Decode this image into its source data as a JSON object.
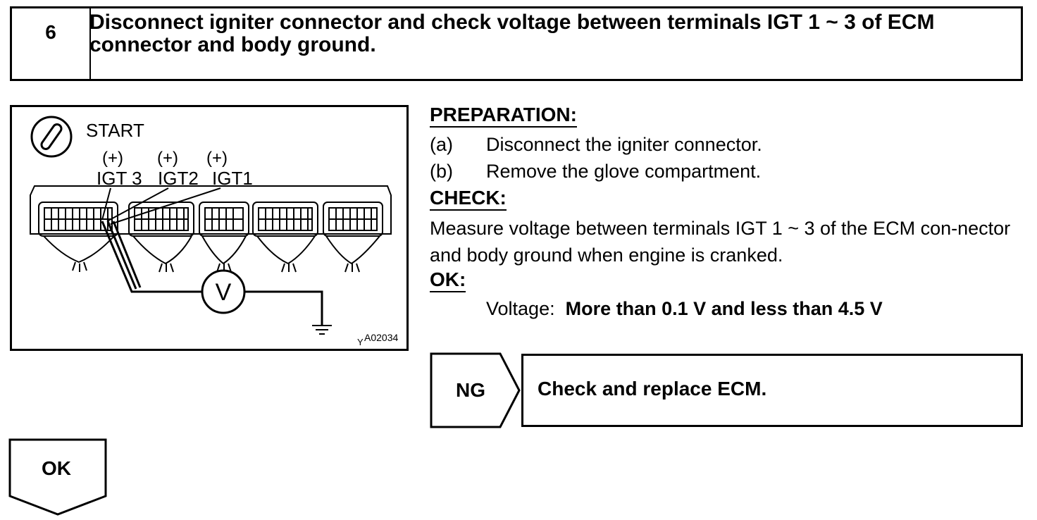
{
  "step": {
    "number": "6",
    "title": "Disconnect igniter connector and check voltage between terminals IGT 1 ~ 3 of ECM connector and body ground."
  },
  "figure": {
    "ignition_label": "START",
    "plus_labels": [
      "(+)",
      "(+)",
      "(+)"
    ],
    "terminal_labels": [
      "IGT 3",
      "IGT2",
      "IGT1"
    ],
    "meter_label": "V",
    "figure_code": "A02034",
    "figure_prefix": "Y",
    "icons": [
      "ignition-switch-icon",
      "voltmeter-icon",
      "ground-icon"
    ]
  },
  "preparation": {
    "heading": "PREPARATION:",
    "items": [
      {
        "label": "(a)",
        "text": "Disconnect the igniter connector."
      },
      {
        "label": "(b)",
        "text": "Remove the glove compartment."
      }
    ]
  },
  "check": {
    "heading": "CHECK:",
    "text": "Measure voltage between terminals IGT 1 ~ 3 of the ECM con-nector and body ground when engine is cranked."
  },
  "ok_spec": {
    "heading": "OK:",
    "label": "Voltage:",
    "value": "More than 0.1 V and less than 4.5 V"
  },
  "ng_result": {
    "label": "NG",
    "action": "Check and replace ECM."
  },
  "ok_result": {
    "label": "OK"
  }
}
